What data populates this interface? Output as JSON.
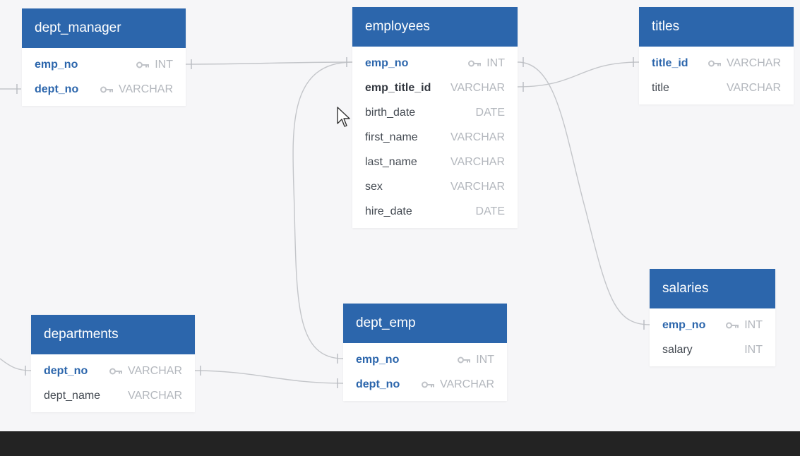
{
  "colors": {
    "header": "#2c66ac",
    "key_text": "#2c66ac",
    "type_text": "#b3b7bd",
    "relation_line": "#c4c6ca",
    "background": "#f6f6f8",
    "bottom_bar": "#232323"
  },
  "icons": {
    "key": "key-icon",
    "cursor": "mouse-pointer-icon"
  },
  "tables": {
    "dept_manager": {
      "title": "dept_manager",
      "columns": [
        {
          "name": "emp_no",
          "type": "INT",
          "key": true
        },
        {
          "name": "dept_no",
          "type": "VARCHAR",
          "key": true
        }
      ]
    },
    "employees": {
      "title": "employees",
      "columns": [
        {
          "name": "emp_no",
          "type": "INT",
          "key": true
        },
        {
          "name": "emp_title_id",
          "type": "VARCHAR",
          "key": false
        },
        {
          "name": "birth_date",
          "type": "DATE",
          "key": false
        },
        {
          "name": "first_name",
          "type": "VARCHAR",
          "key": false
        },
        {
          "name": "last_name",
          "type": "VARCHAR",
          "key": false
        },
        {
          "name": "sex",
          "type": "VARCHAR",
          "key": false
        },
        {
          "name": "hire_date",
          "type": "DATE",
          "key": false
        }
      ]
    },
    "titles": {
      "title": "titles",
      "columns": [
        {
          "name": "title_id",
          "type": "VARCHAR",
          "key": true
        },
        {
          "name": "title",
          "type": "VARCHAR",
          "key": false
        }
      ]
    },
    "salaries": {
      "title": "salaries",
      "columns": [
        {
          "name": "emp_no",
          "type": "INT",
          "key": true
        },
        {
          "name": "salary",
          "type": "INT",
          "key": false
        }
      ]
    },
    "departments": {
      "title": "departments",
      "columns": [
        {
          "name": "dept_no",
          "type": "VARCHAR",
          "key": true
        },
        {
          "name": "dept_name",
          "type": "VARCHAR",
          "key": false
        }
      ]
    },
    "dept_emp": {
      "title": "dept_emp",
      "columns": [
        {
          "name": "emp_no",
          "type": "INT",
          "key": true
        },
        {
          "name": "dept_no",
          "type": "VARCHAR",
          "key": true
        }
      ]
    }
  }
}
